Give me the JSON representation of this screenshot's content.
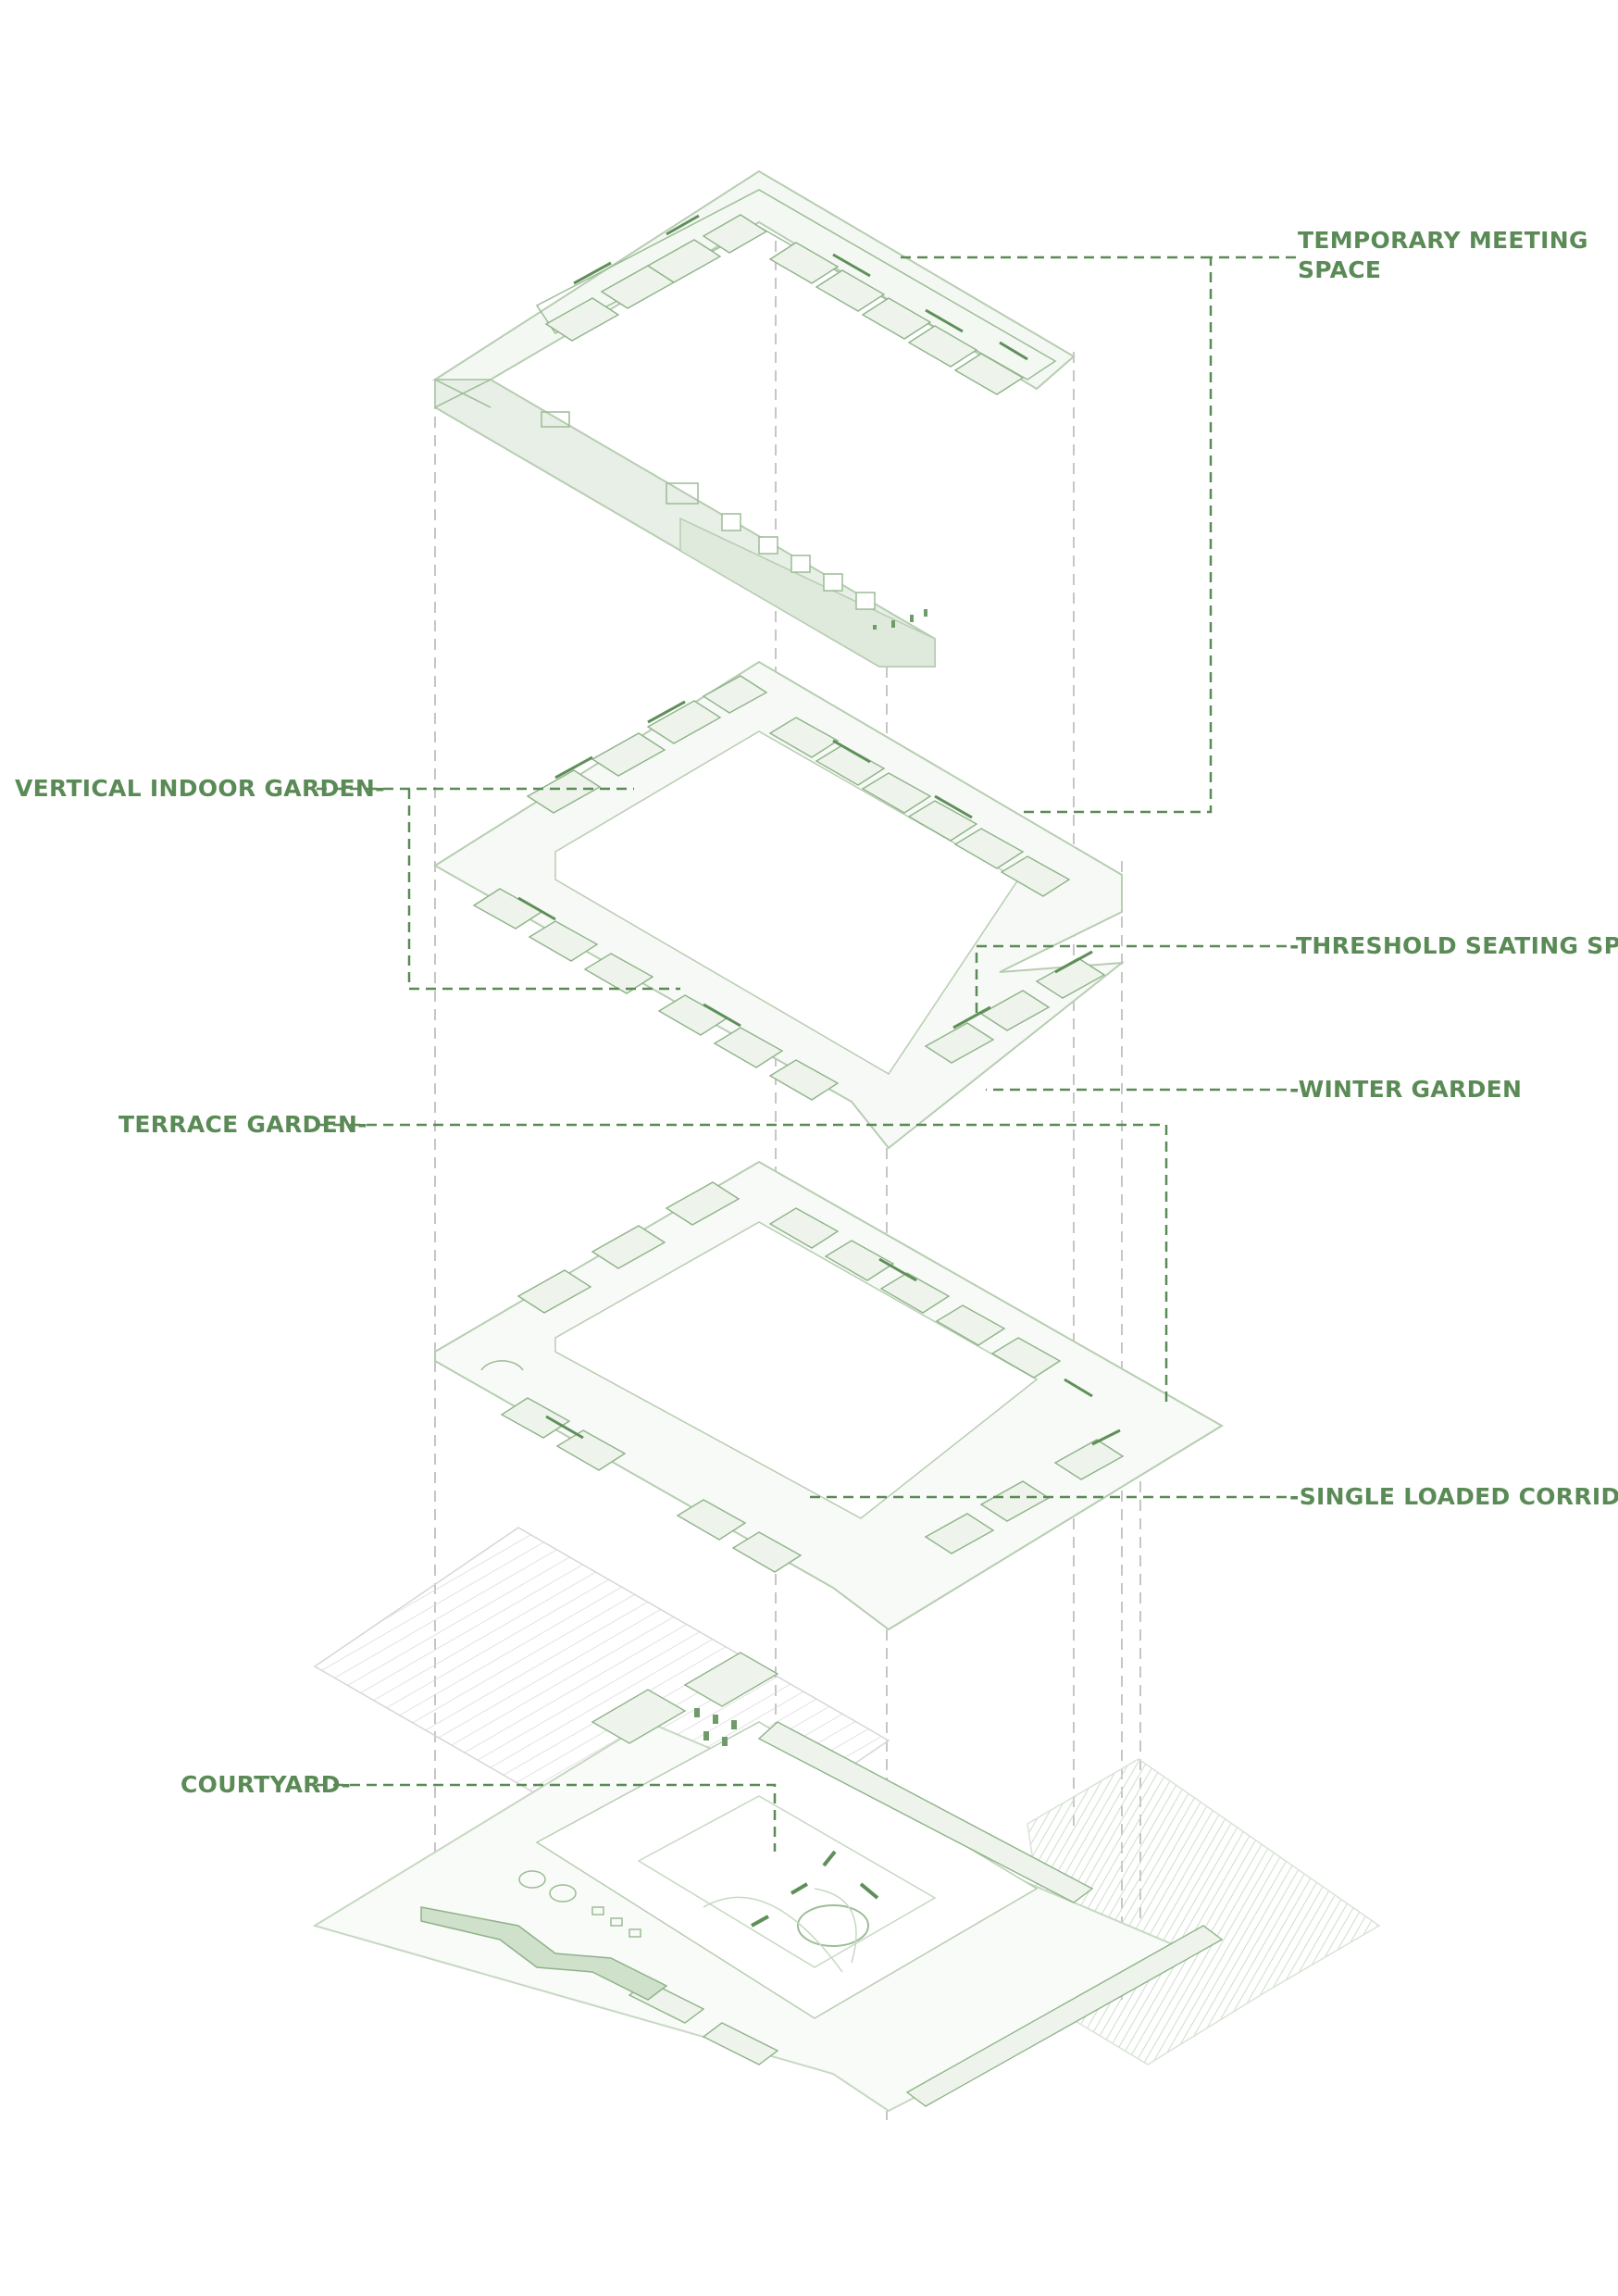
{
  "colors": {
    "accent": "#5a8a55",
    "plan_line": "#b7cdb2",
    "plan_fill": "#e8efe6",
    "plan_dark": "#6f9a69",
    "guide": "#c6c6c6"
  },
  "labels": {
    "temporary_meeting_line1": "TEMPORARY MEETING",
    "temporary_meeting_line2": "SPACE",
    "vertical_indoor_garden": "VERTICAL INDOOR GARDEN",
    "threshold_seating_space": "THRESHOLD SEATING SPACE",
    "winter_garden": "WINTER GARDEN",
    "terrace_garden": "TERRACE GARDEN",
    "single_loaded_corridor": "SINGLE LOADED CORRIDOR",
    "courtyard": "COURTYARD",
    "dash": "-"
  },
  "icons": {
    "floor_plan": "isometric-floor-plan-icon"
  }
}
